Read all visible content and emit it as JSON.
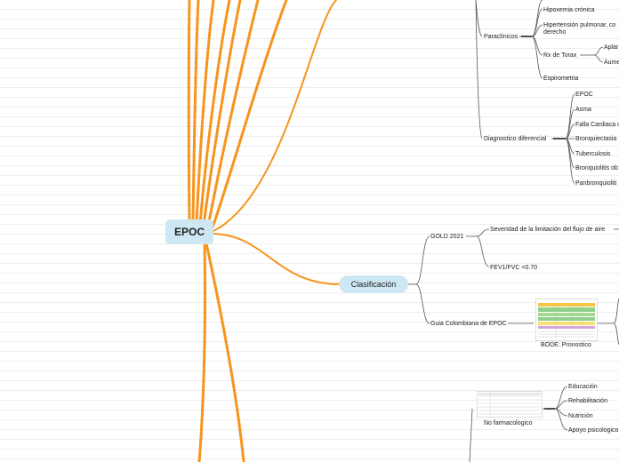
{
  "root": "EPOC",
  "clasificacion": {
    "label": "Clasificación",
    "gold": {
      "label": "GOLD 2021",
      "severidad": "Severidad de la limitación del flujo de aire",
      "fev": "FEV1/FVC <0.70"
    },
    "colombiana": {
      "label": "Guia Colombiana de EPOC",
      "bode": "BODE: Pronostico"
    }
  },
  "paraclinicos": {
    "label": "Paraclínicos",
    "items": [
      "Hipoxemia crónica",
      "Hipertensión pulmonar, co",
      "derecho",
      "Rx de Torax",
      "Espirometria"
    ],
    "rx": [
      "Aplar",
      "Aume"
    ]
  },
  "diagnostico": {
    "label": "Diagnostico diferencial",
    "items": [
      "EPOC",
      "Asma",
      "Falla Cardiaca c",
      "Bronquiectasia",
      "Tuberculosis",
      "Bronquiolitis ob",
      "Panbronquioliti"
    ]
  },
  "tratamiento": {
    "no_farm": "No farmacologico",
    "items": [
      "Educación",
      "Rehabilitación",
      "Nutrición",
      "Apoyo psicologico"
    ]
  },
  "colors": {
    "branch": "#f7941d",
    "node_bg": "#cde8f3",
    "line": "#555555"
  }
}
